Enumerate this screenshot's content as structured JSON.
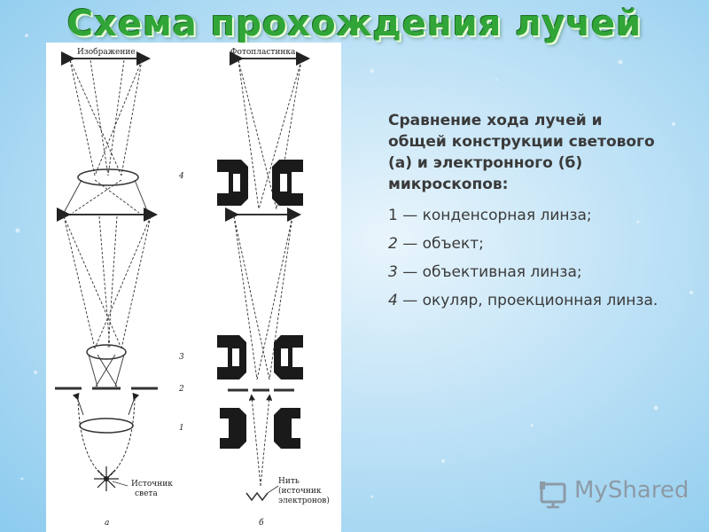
{
  "slide": {
    "title": "Схема прохождения лучей",
    "intro": "Сравнение хода лучей и общей конструкции светового (а) и электронного (б) микроскопов:",
    "legend": [
      {
        "num": "1",
        "text": " — конденсорная линза;"
      },
      {
        "num": "2",
        "text": " — объект;"
      },
      {
        "num": "3",
        "text": " — объективная линза;"
      },
      {
        "num": "4",
        "text": " — окуляр, проекционная линза."
      }
    ]
  },
  "figure": {
    "label_image": "Изображение",
    "label_plate": "Фотопластинка",
    "label_source_light": "Источник света",
    "label_source_light_1": "Источник",
    "label_source_light_2": "света",
    "label_filament_1": "Нить",
    "label_filament_2": "(источник",
    "label_filament_3": "электронов)",
    "num_4": "4",
    "num_3": "3",
    "num_2": "2",
    "num_1": "1",
    "caption_a": "а",
    "caption_b": "б"
  },
  "logo": {
    "text": "MyShared"
  }
}
